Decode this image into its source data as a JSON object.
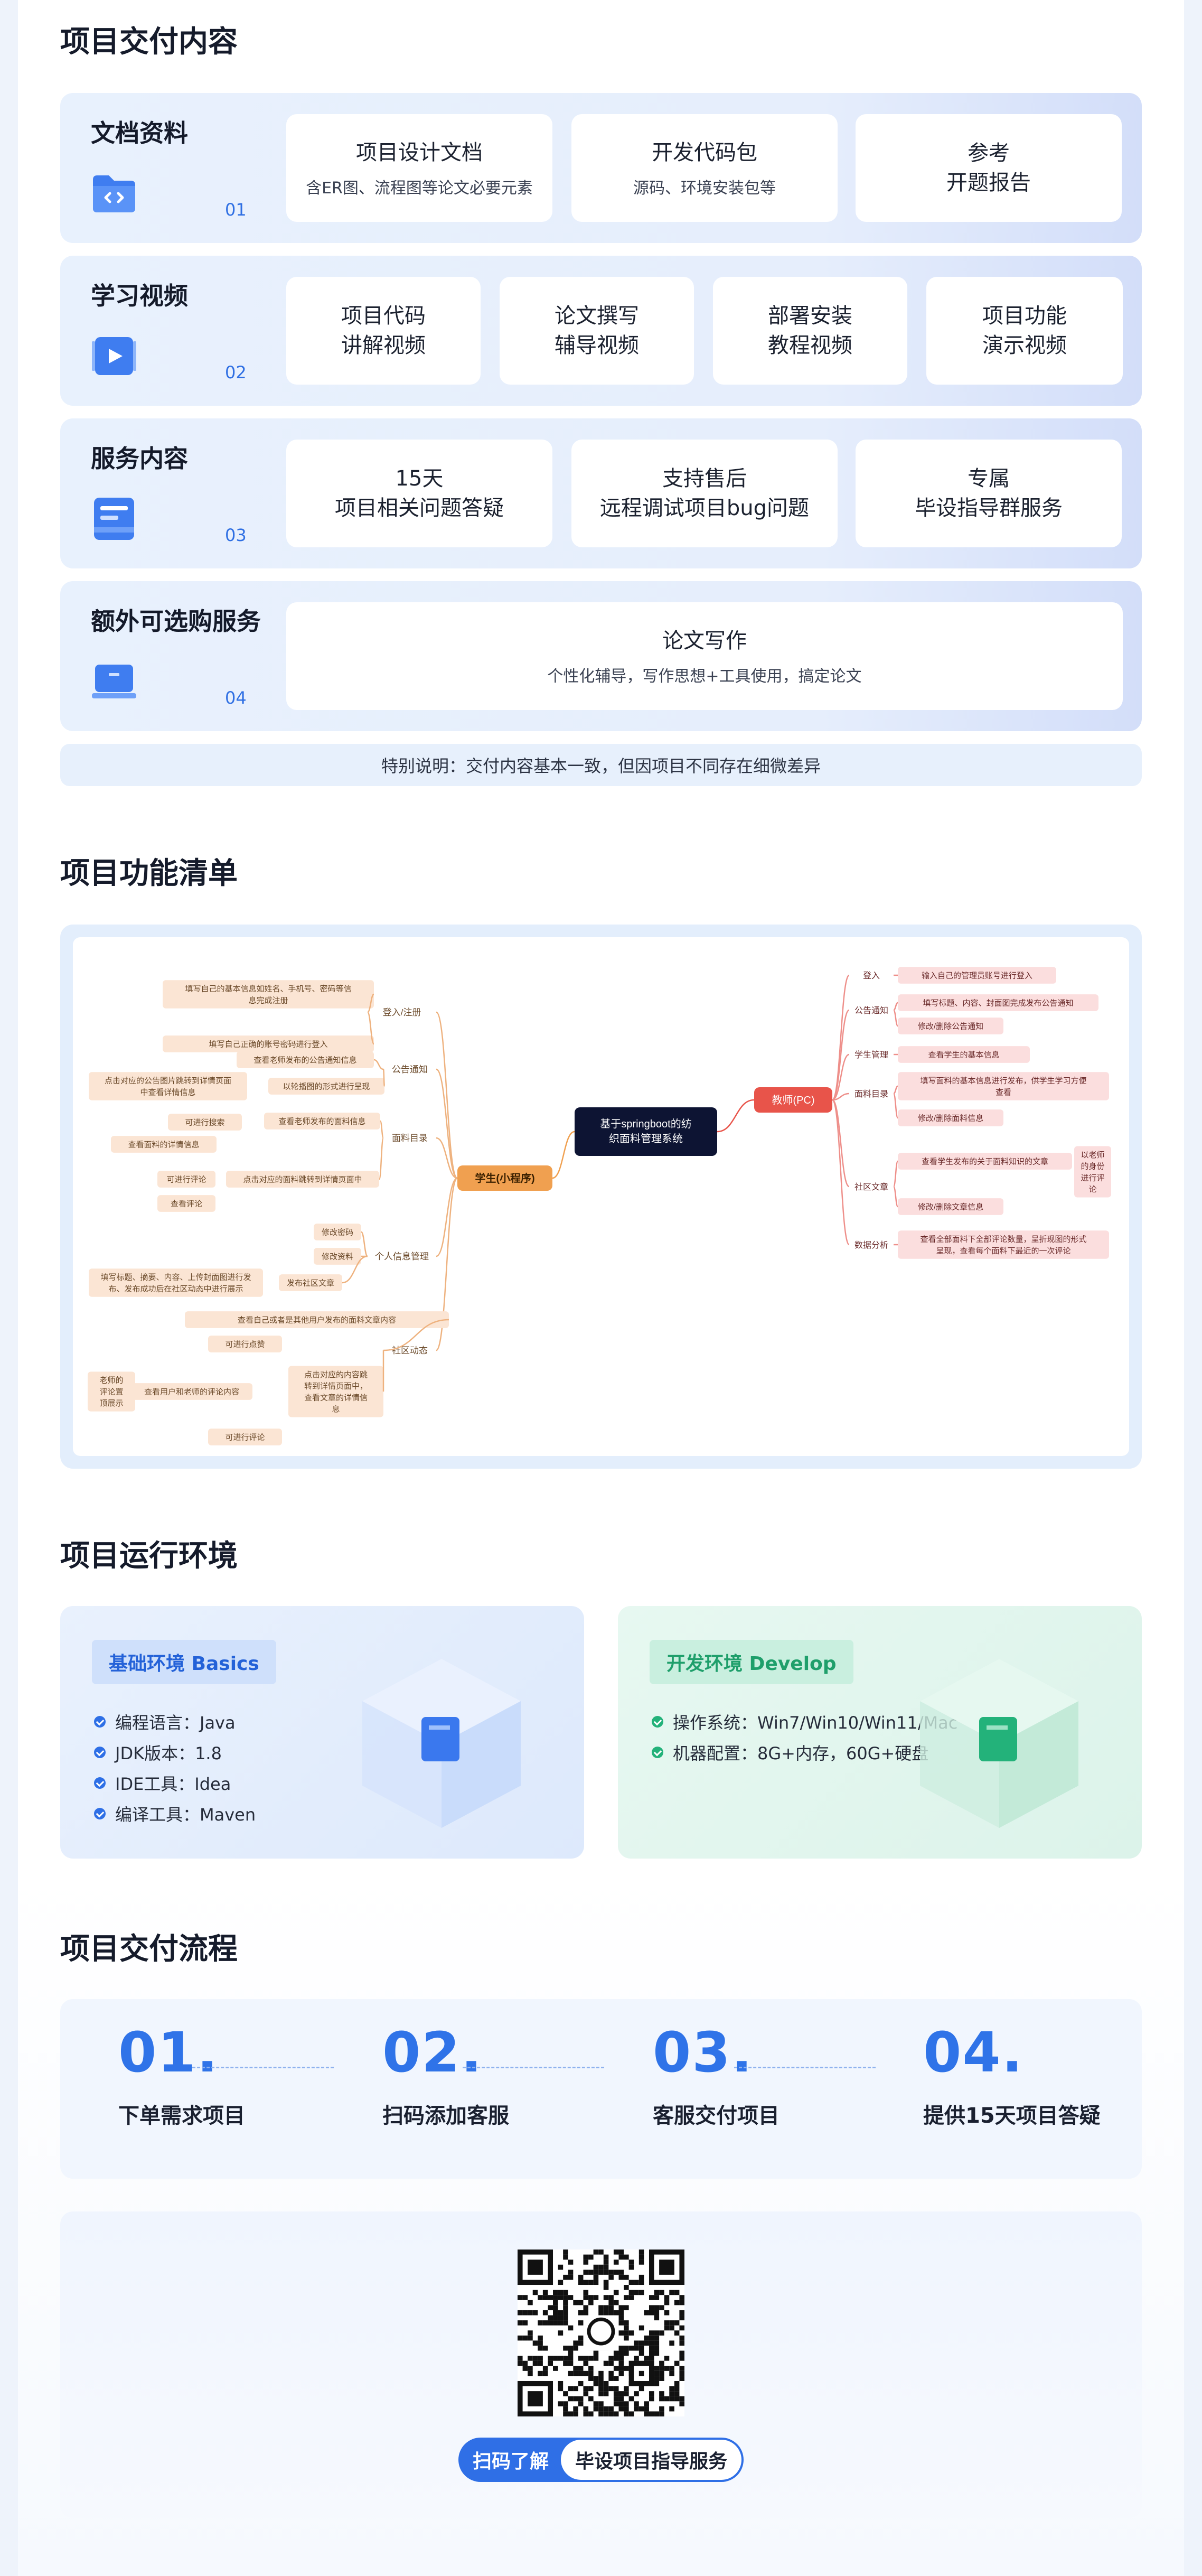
{
  "sections": {
    "delivery_title": "项目交付内容",
    "features_title": "项目功能清单",
    "env_title": "项目运行环境",
    "process_title": "项目交付流程"
  },
  "deliverables": [
    {
      "heading": "文档资料",
      "num": "01",
      "icon": "code-folder-icon",
      "cards": [
        {
          "title": "项目设计文档",
          "sub": "含ER图、流程图等论文必要元素"
        },
        {
          "title": "开发代码包",
          "sub": "源码、环境安装包等"
        },
        {
          "title": "参考\n开题报告",
          "sub": ""
        }
      ]
    },
    {
      "heading": "学习视频",
      "num": "02",
      "icon": "video-play-icon",
      "cards": [
        {
          "title": "项目代码\n讲解视频",
          "sub": ""
        },
        {
          "title": "论文撰写\n辅导视频",
          "sub": ""
        },
        {
          "title": "部署安装\n教程视频",
          "sub": ""
        },
        {
          "title": "项目功能\n演示视频",
          "sub": ""
        }
      ]
    },
    {
      "heading": "服务内容",
      "num": "03",
      "icon": "document-icon",
      "cards": [
        {
          "title": "15天\n项目相关问题答疑",
          "sub": ""
        },
        {
          "title": "支持售后\n远程调试项目bug问题",
          "sub": ""
        },
        {
          "title": "专属\n毕设指导群服务",
          "sub": ""
        }
      ]
    },
    {
      "heading": "额外可选购服务",
      "num": "04",
      "icon": "laptop-icon",
      "cards": [
        {
          "title": "论文写作",
          "sub": "个性化辅导，写作思想+工具使用，搞定论文"
        }
      ]
    }
  ],
  "note": "特别说明：交付内容基本一致，但因项目不同存在细微差异",
  "mindmap": {
    "root": "基于springboot的纺\n织面料管理系统",
    "student": "学生(小程序)",
    "teacher": "教师(PC)",
    "student_branches": [
      {
        "label": "登入/注册",
        "children": [
          "填写自己的基本信息如姓名、手机号、密码等信\n息完成注册",
          "填写自己正确的账号密码进行登入"
        ]
      },
      {
        "label": "公告通知",
        "children": [
          "查看老师发布的公告通知信息",
          "以轮播图的形式进行呈现"
        ],
        "extra": "点击对应的公告图片跳转到详情页面\n中查看详情信息"
      },
      {
        "label": "面料目录",
        "children": [
          "查看老师发布的面料信息",
          "点击对应的面料跳转到详情页面中"
        ],
        "extra": [
          "可进行搜索",
          "查看面料的详情信息",
          "可进行评论",
          "查看评论"
        ]
      },
      {
        "label": "个人信息管理",
        "children": [
          "修改密码",
          "修改资料",
          "发布社区文章"
        ],
        "extra": "填写标题、摘要、内容、上传封面图进行发\n布、发布成功后在社区动态中进行展示"
      },
      {
        "label": "社区动态",
        "children": [
          "查看自己或者是其他用户发布的面料文章内容",
          "点击对应的内容跳\n转到详情页面中，\n查看文章的详情信\n息"
        ],
        "extra": [
          "可进行点赞",
          "查看用户和老师的评论内容",
          "可进行评论",
          "老师的\n评论置\n顶展示"
        ]
      }
    ],
    "teacher_branches": [
      {
        "label": "登入",
        "children": [
          "输入自己的管理员账号进行登入"
        ]
      },
      {
        "label": "公告通知",
        "children": [
          "填写标题、内容、封面图完成发布公告通知",
          "修改/删除公告通知"
        ]
      },
      {
        "label": "学生管理",
        "children": [
          "查看学生的基本信息"
        ]
      },
      {
        "label": "面料目录",
        "children": [
          "填写面料的基本信息进行发布，供学生学习方便\n查看",
          "修改/删除面料信息"
        ]
      },
      {
        "label": "社区文章",
        "children": [
          "查看学生发布的关于面料知识的文章",
          "修改/删除文章信息"
        ],
        "extra": "以老师\n的身份\n进行评\n论"
      },
      {
        "label": "数据分析",
        "children": [
          "查看全部面料下全部评论数量，呈折现图的形式\n呈现，查看每个面料下最近的一次评论"
        ]
      }
    ]
  },
  "env": {
    "basic": {
      "badge": "基础环境  Basics",
      "items": [
        "编程语言：Java",
        "JDK版本：1.8",
        "IDE工具：Idea",
        "编译工具：Maven"
      ]
    },
    "dev": {
      "badge": "开发环境  Develop",
      "items": [
        "操作系统：Win7/Win10/Win11/Mac",
        "机器配置：8G+内存，60G+硬盘"
      ]
    }
  },
  "process": [
    {
      "num": "01.",
      "label": "下单需求项目"
    },
    {
      "num": "02.",
      "label": "扫码添加客服"
    },
    {
      "num": "03.",
      "label": "客服交付项目"
    },
    {
      "num": "04.",
      "label": "提供15天项目答疑"
    }
  ],
  "qr": {
    "left": "扫码了解",
    "right": "毕设项目指导服务"
  },
  "colors": {
    "accent": "#2f6fe6",
    "student": "#f0a050",
    "teacher": "#e8544a",
    "root": "#0d1433"
  }
}
